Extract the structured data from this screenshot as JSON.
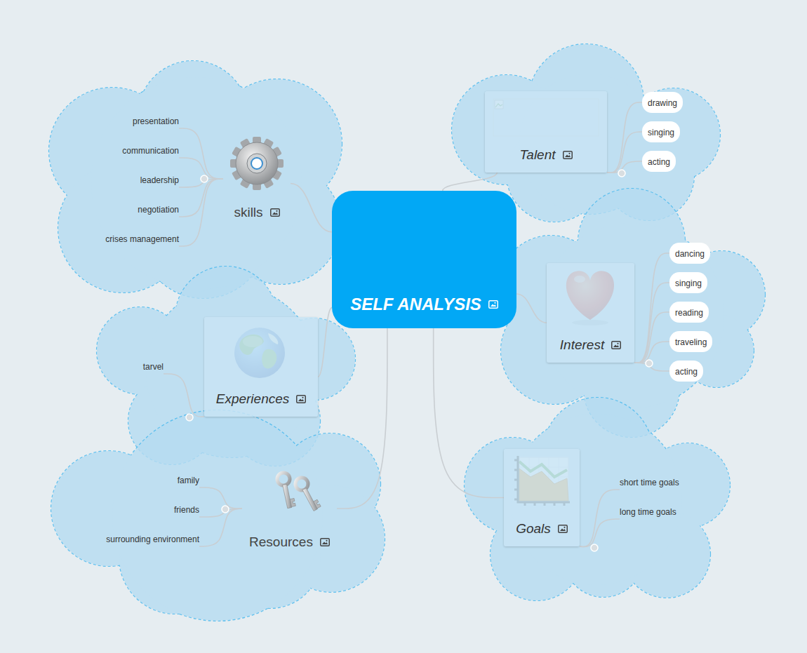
{
  "diagram": {
    "nodes": [
      {
        "text": [
          "SELF ANALYSIS"
        ]
      },
      {
        "text": [
          "skills"
        ]
      },
      {
        "text": [
          "Talent"
        ]
      },
      {
        "text": [
          "Interest"
        ]
      },
      {
        "text": [
          "Experiences"
        ]
      },
      {
        "text": [
          "Goals"
        ]
      },
      {
        "text": [
          "Resources"
        ]
      },
      {
        "text": [
          "presentation"
        ]
      },
      {
        "text": [
          "communication"
        ]
      },
      {
        "text": [
          "leadership"
        ]
      },
      {
        "text": [
          "negotiation"
        ]
      },
      {
        "text": [
          "crises management"
        ]
      },
      {
        "text": [
          "drawing"
        ]
      },
      {
        "text": [
          "singing"
        ]
      },
      {
        "text": [
          "acting"
        ]
      },
      {
        "text": [
          "dancing"
        ]
      },
      {
        "text": [
          "singing"
        ]
      },
      {
        "text": [
          "reading"
        ]
      },
      {
        "text": [
          "traveling"
        ]
      },
      {
        "text": [
          "acting"
        ]
      },
      {
        "text": [
          "tarvel"
        ]
      },
      {
        "text": [
          "short time goals"
        ]
      },
      {
        "text": [
          "long time goals"
        ]
      },
      {
        "text": [
          "family"
        ]
      },
      {
        "text": [
          "friends"
        ]
      },
      {
        "text": [
          "surrounding environment"
        ]
      }
    ],
    "edges": [
      {
        "from": 0,
        "to": 1,
        "arrow": "none"
      },
      {
        "from": 0,
        "to": 2,
        "arrow": "none"
      },
      {
        "from": 0,
        "to": 3,
        "arrow": "none"
      },
      {
        "from": 0,
        "to": 4,
        "arrow": "none"
      },
      {
        "from": 0,
        "to": 5,
        "arrow": "none"
      },
      {
        "from": 0,
        "to": 6,
        "arrow": "none"
      },
      {
        "from": 1,
        "to": 7,
        "arrow": "none"
      },
      {
        "from": 1,
        "to": 8,
        "arrow": "none"
      },
      {
        "from": 1,
        "to": 9,
        "arrow": "none"
      },
      {
        "from": 1,
        "to": 10,
        "arrow": "none"
      },
      {
        "from": 1,
        "to": 11,
        "arrow": "none"
      },
      {
        "from": 2,
        "to": 12,
        "arrow": "none"
      },
      {
        "from": 2,
        "to": 13,
        "arrow": "none"
      },
      {
        "from": 2,
        "to": 14,
        "arrow": "none"
      },
      {
        "from": 3,
        "to": 15,
        "arrow": "none"
      },
      {
        "from": 3,
        "to": 16,
        "arrow": "none"
      },
      {
        "from": 3,
        "to": 17,
        "arrow": "none"
      },
      {
        "from": 3,
        "to": 18,
        "arrow": "none"
      },
      {
        "from": 3,
        "to": 19,
        "arrow": "none"
      },
      {
        "from": 4,
        "to": 20,
        "arrow": "none"
      },
      {
        "from": 5,
        "to": 21,
        "arrow": "none"
      },
      {
        "from": 5,
        "to": 22,
        "arrow": "none"
      },
      {
        "from": 6,
        "to": 23,
        "arrow": "none"
      },
      {
        "from": 6,
        "to": 24,
        "arrow": "none"
      },
      {
        "from": 6,
        "to": 25,
        "arrow": "none"
      }
    ]
  }
}
